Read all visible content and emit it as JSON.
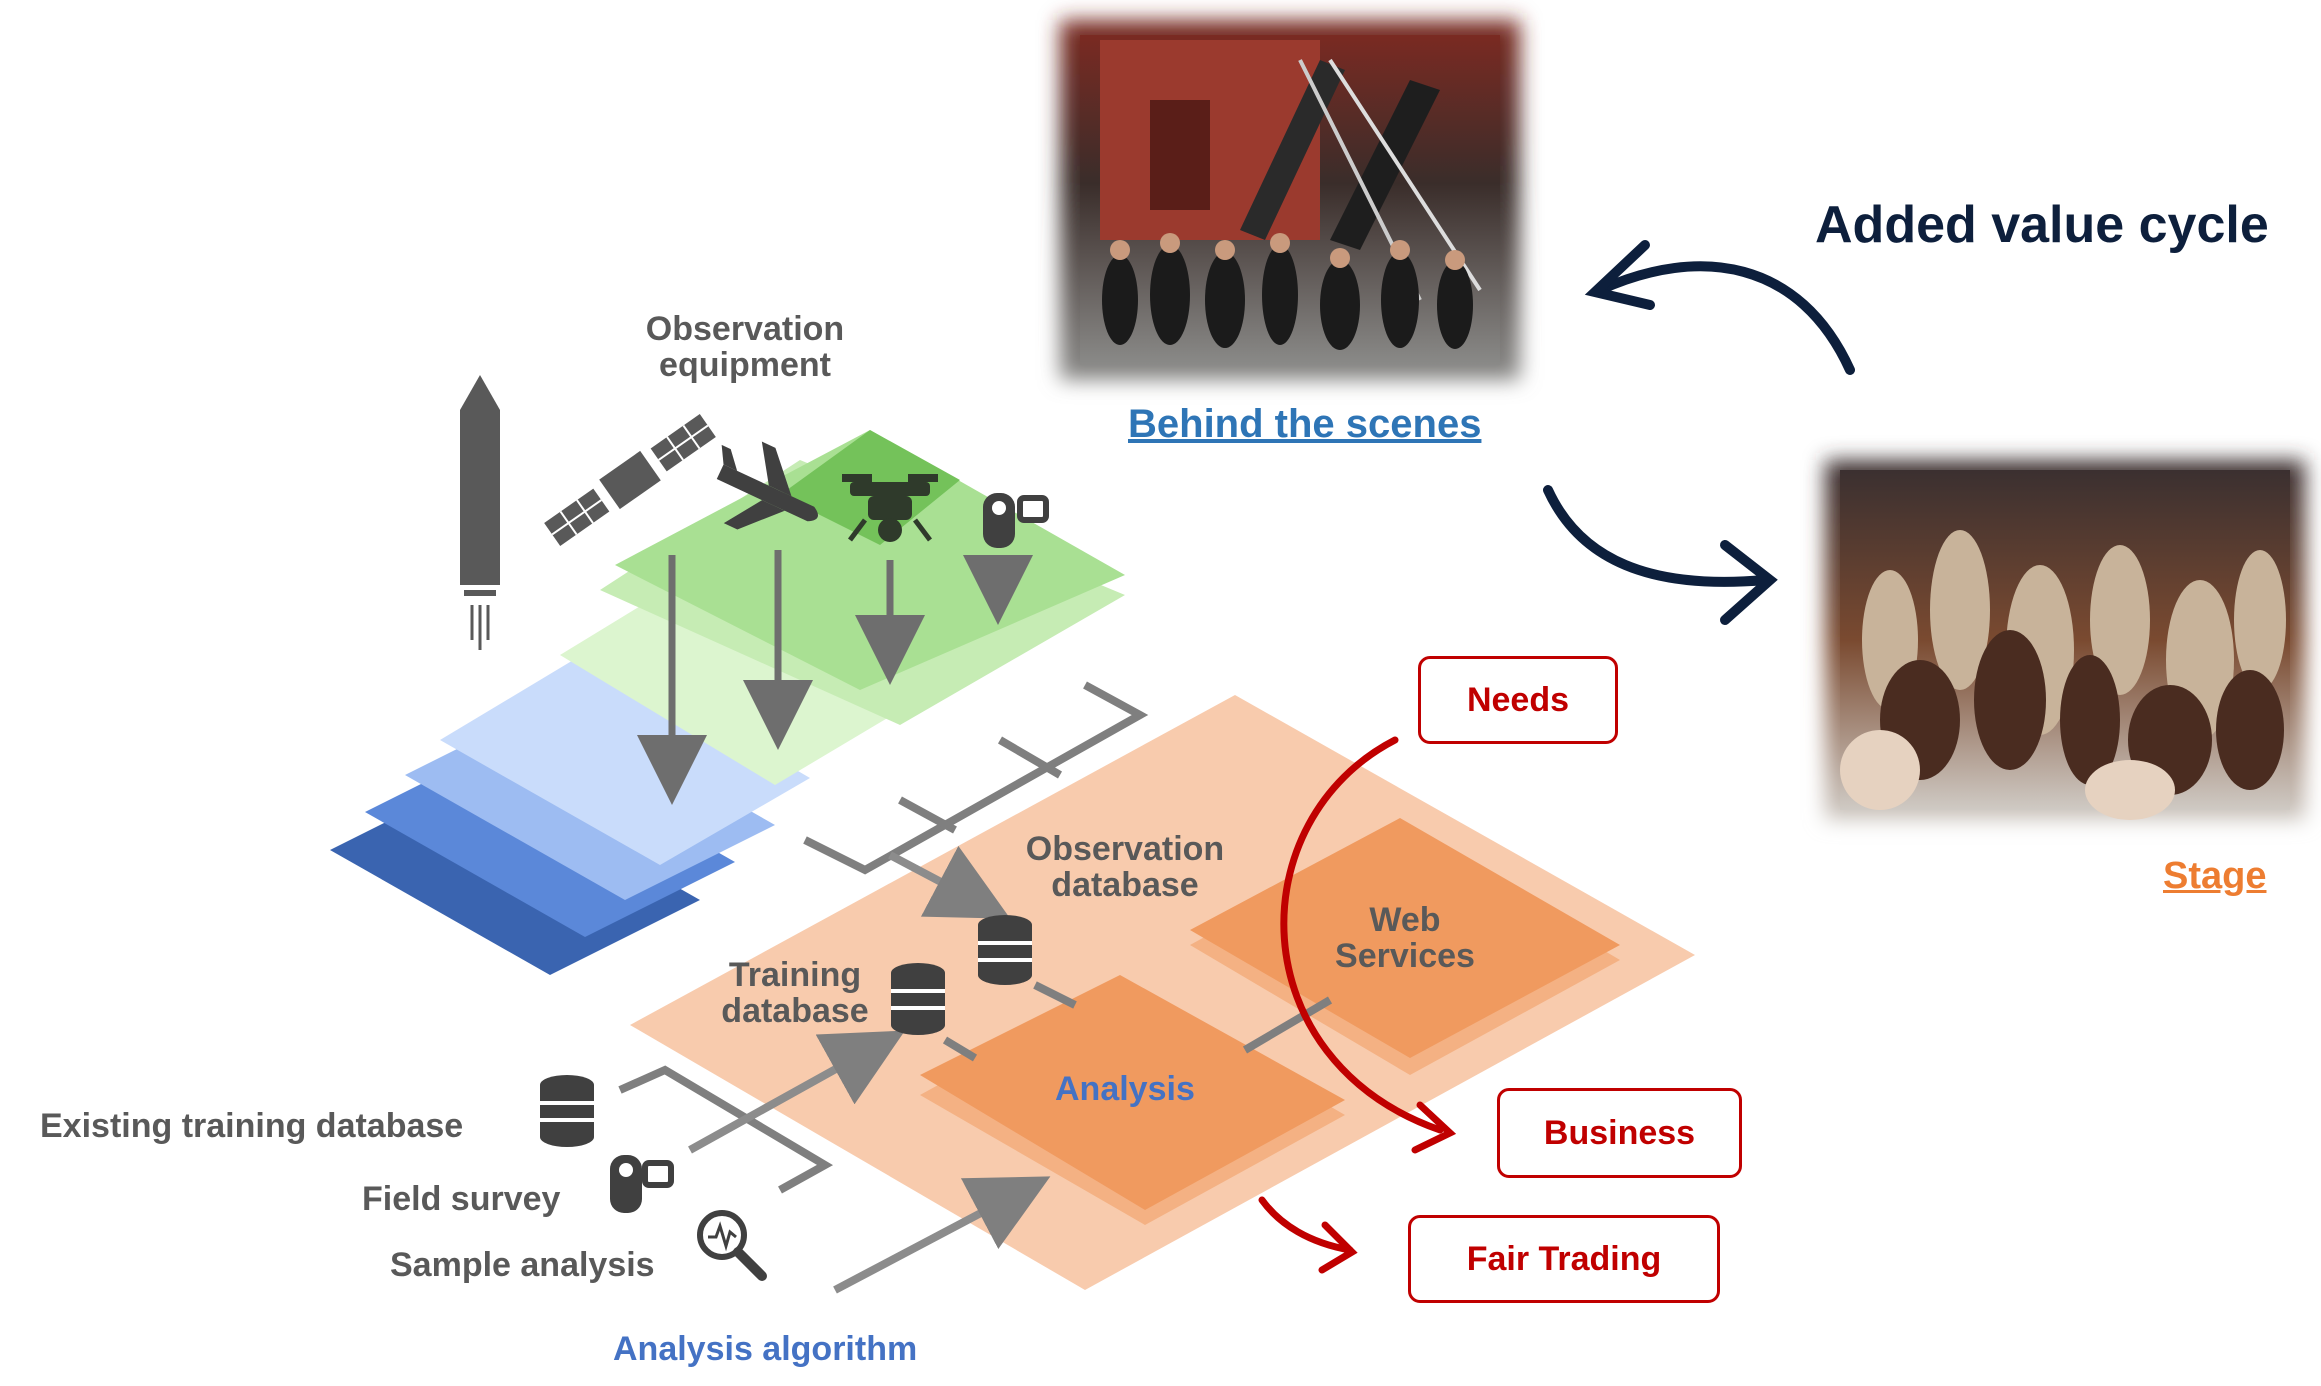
{
  "title": "Added value cycle",
  "behind_the_scenes": "Behind the scenes",
  "stage": "Stage",
  "observation_equipment": [
    "Observation",
    "equipment"
  ],
  "observation_database": [
    "Observation",
    "database"
  ],
  "training_database": [
    "Training",
    "database"
  ],
  "web_services": [
    "Web",
    "Services"
  ],
  "analysis": "Analysis",
  "existing_training_database": "Existing training database",
  "field_survey": "Field survey",
  "sample_analysis": "Sample analysis",
  "analysis_algorithm": "Analysis algorithm",
  "needs": "Needs",
  "business": "Business",
  "fair_trading": "Fair Trading",
  "colors": {
    "dark_navy": "#0d1f3c",
    "red": "#c00000",
    "orange": "#ed7d31",
    "link_blue": "#2e75b6",
    "label_blue": "#4472c4",
    "gray": "#595959"
  },
  "icons": [
    "rocket-icon",
    "satellite-icon",
    "airplane-icon",
    "drone-icon",
    "camera-icon",
    "database-icon",
    "magnifier-icon"
  ]
}
